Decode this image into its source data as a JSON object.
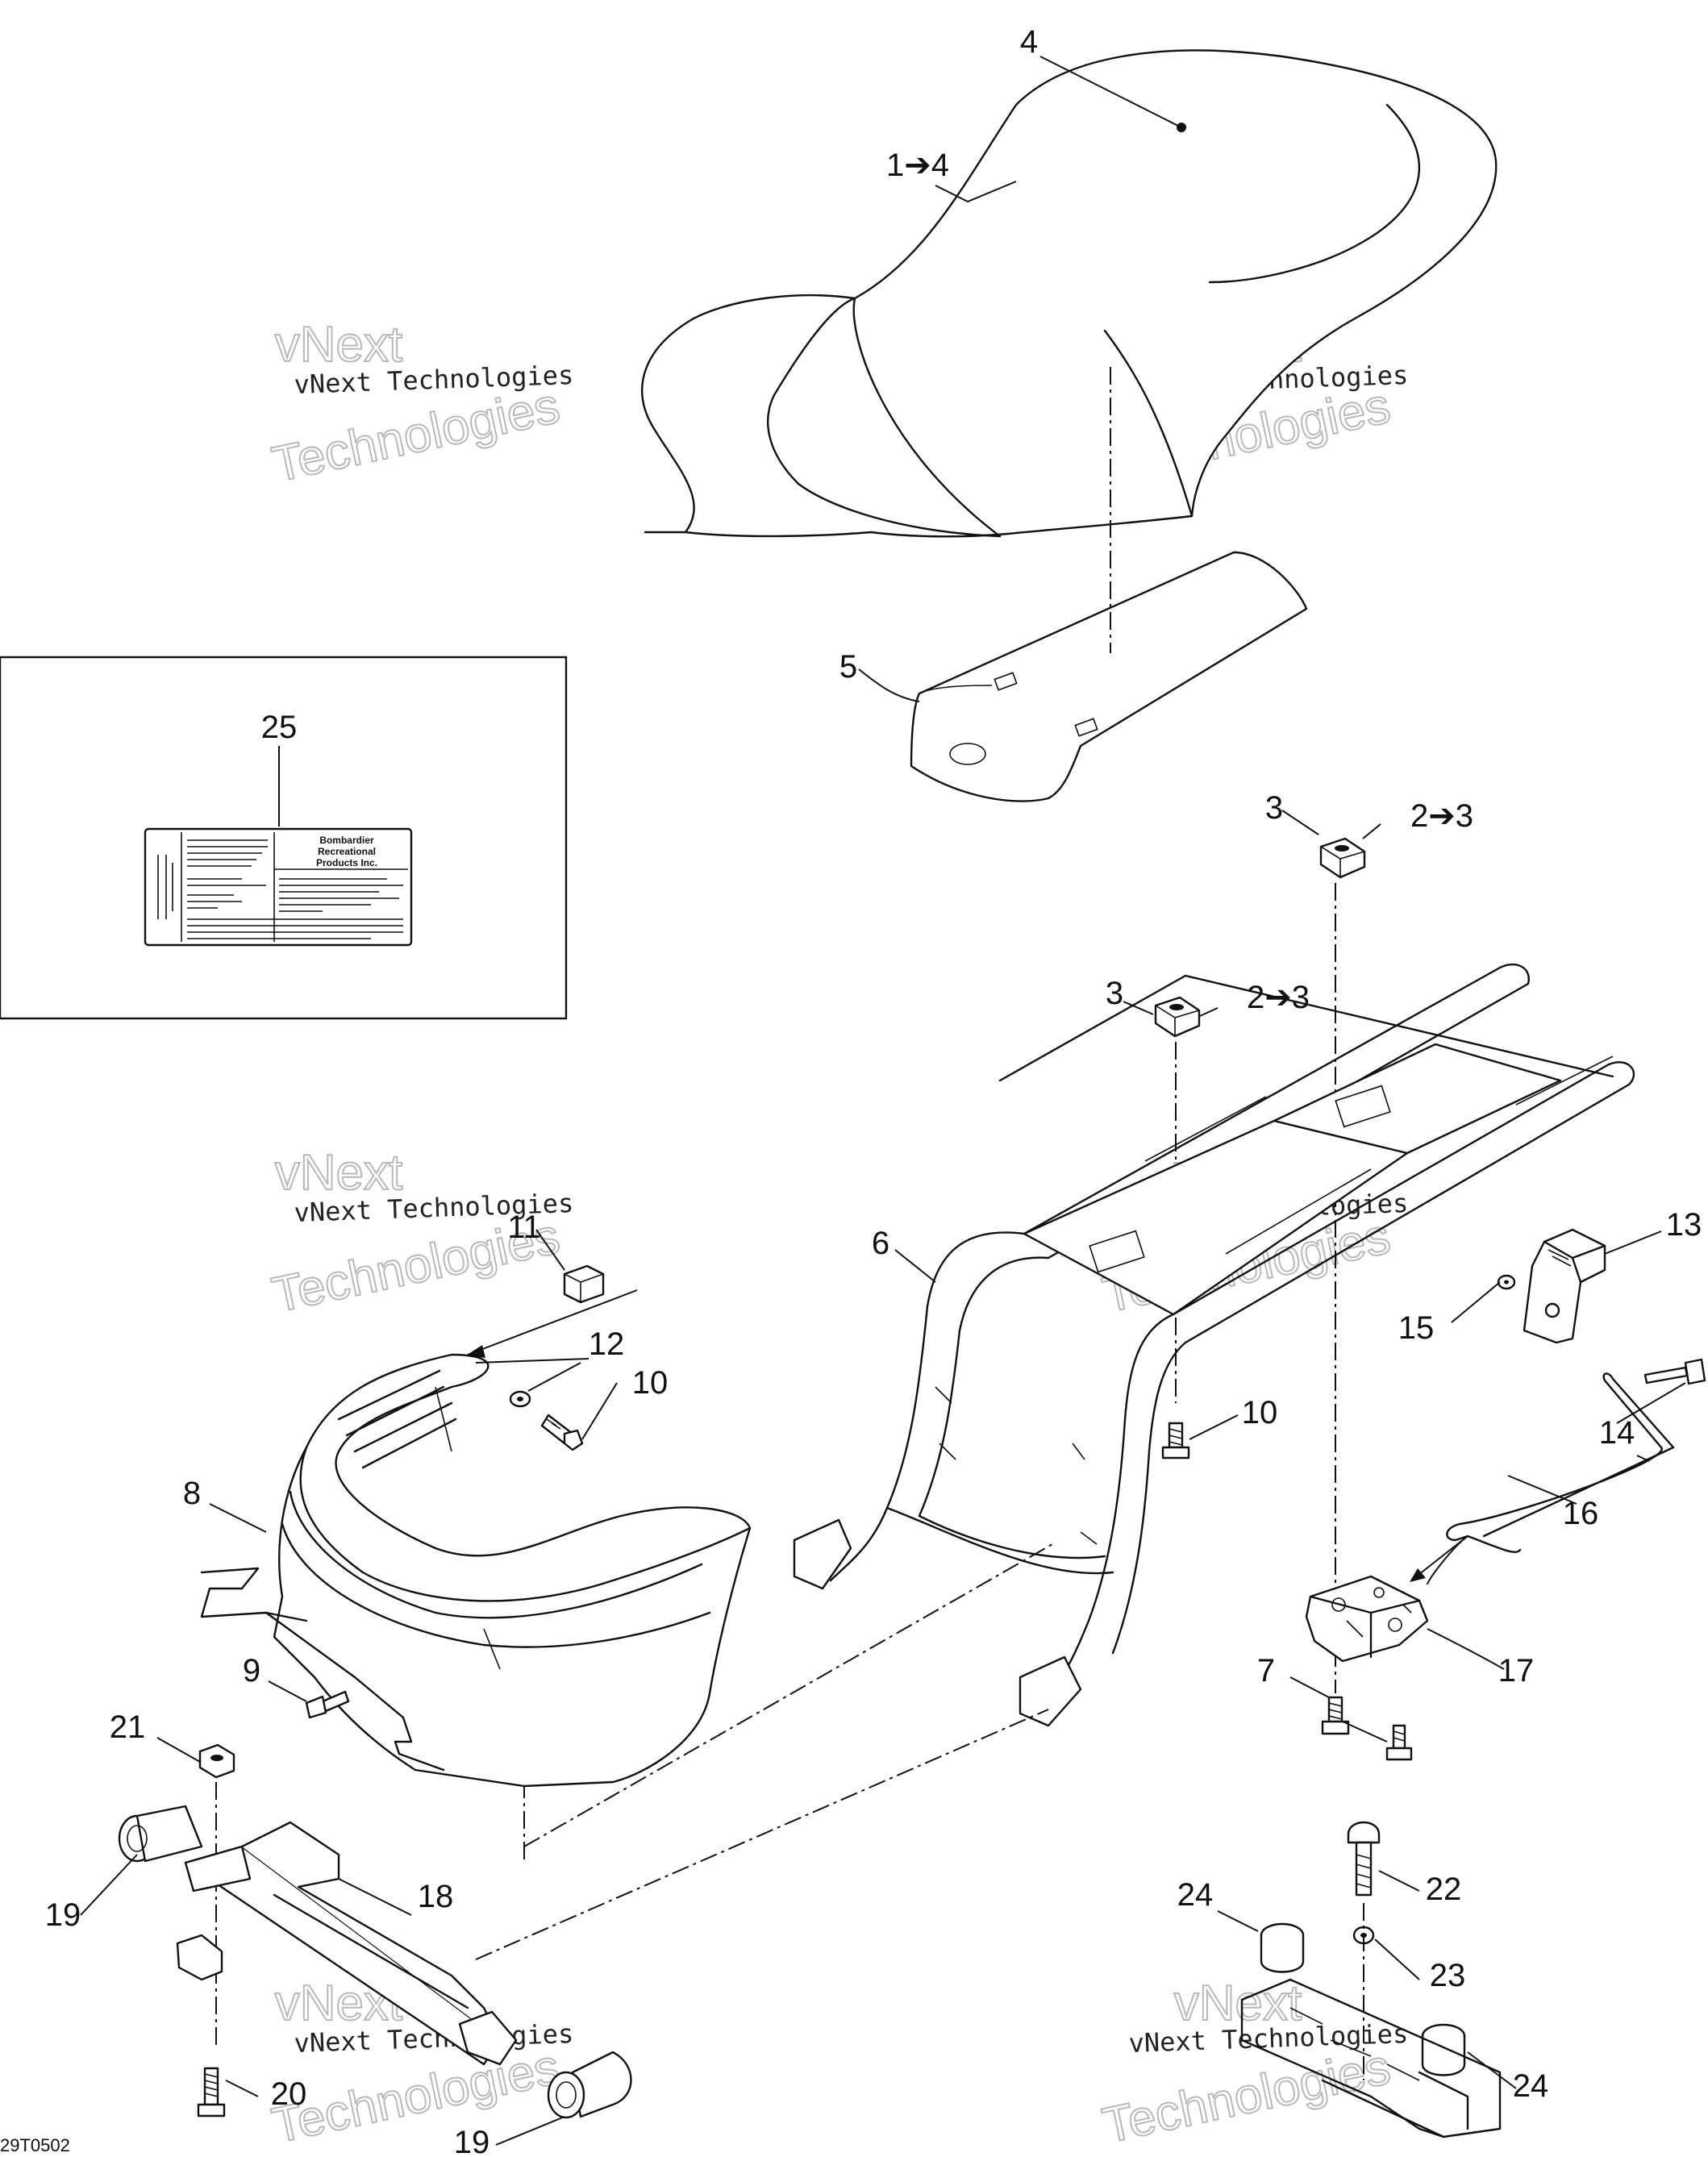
{
  "diagram_code": "29T0502",
  "watermark": {
    "line1": "vNext",
    "line2": "vNext Technologies",
    "line3": "Technologies"
  },
  "label_25": {
    "brand_line1": "Bombardier",
    "brand_line2": "Recreational",
    "brand_line3": "Products Inc."
  },
  "callouts": {
    "c1_4": "1➔4",
    "c4": "4",
    "c5": "5",
    "c3a": "3",
    "c2_3a": "2➔3",
    "c3b": "3",
    "c2_3b": "2➔3",
    "c25": "25",
    "c6": "6",
    "c11": "11",
    "c12": "12",
    "c10a": "10",
    "c10b": "10",
    "c8": "8",
    "c9": "9",
    "c13": "13",
    "c15": "15",
    "c14": "14",
    "c16": "16",
    "c17": "17",
    "c7": "7",
    "c21": "21",
    "c19a": "19",
    "c18": "18",
    "c20": "20",
    "c19b": "19",
    "c24a": "24",
    "c22": "22",
    "c23": "23",
    "c24b": "24"
  }
}
